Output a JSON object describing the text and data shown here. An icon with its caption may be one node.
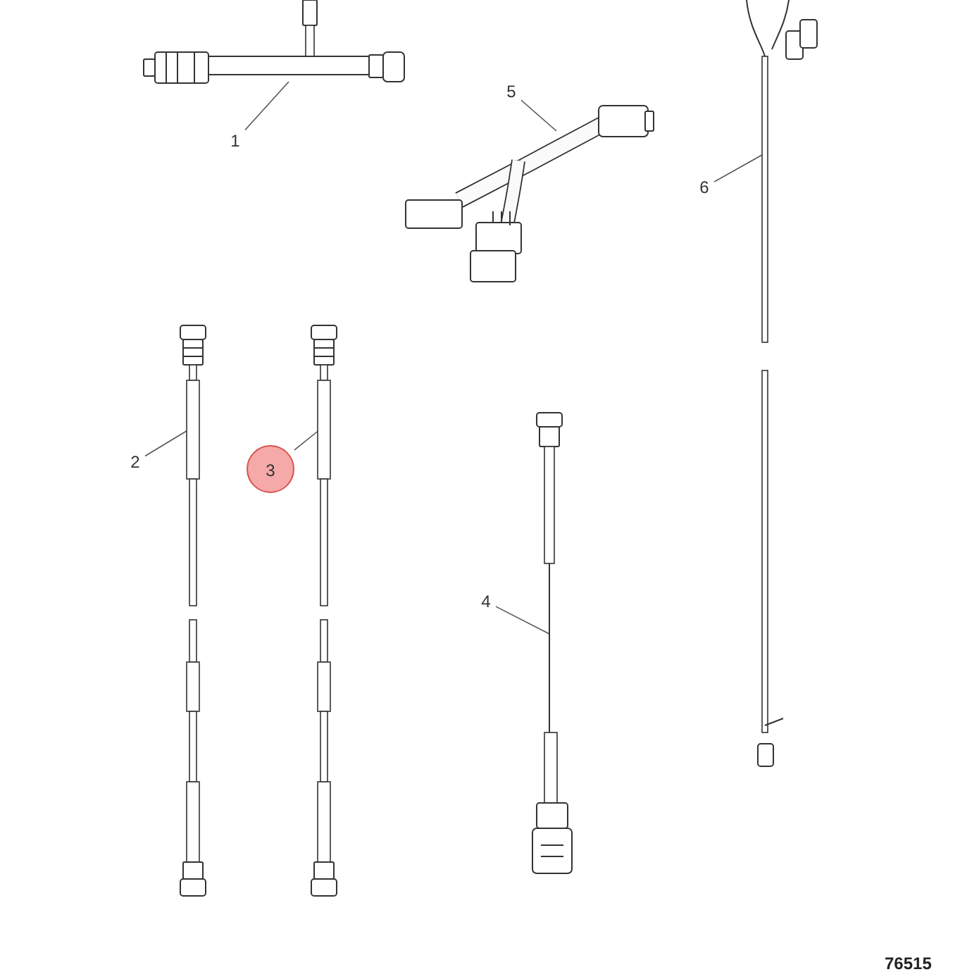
{
  "diagram": {
    "nodes": [
      {
        "text": [
          "1"
        ]
      },
      {
        "text": [],
        "shape": "picture"
      },
      {
        "text": [
          "5"
        ]
      },
      {
        "text": [],
        "shape": "picture"
      },
      {
        "text": [
          "6"
        ]
      },
      {
        "text": [],
        "shape": "picture"
      },
      {
        "text": [
          "2"
        ]
      },
      {
        "text": [],
        "shape": "picture"
      },
      {
        "text": [
          "3"
        ]
      },
      {
        "text": [],
        "shape": "picture"
      },
      {
        "text": [
          "4"
        ]
      },
      {
        "text": [],
        "shape": "picture"
      }
    ],
    "edges": [
      {
        "from": 0,
        "to": 1,
        "arrow": "none"
      },
      {
        "from": 2,
        "to": 3,
        "arrow": "none"
      },
      {
        "from": 4,
        "to": 5,
        "arrow": "none"
      },
      {
        "from": 6,
        "to": 7,
        "arrow": "none"
      },
      {
        "from": 8,
        "to": 9,
        "arrow": "none"
      },
      {
        "from": 10,
        "to": 11,
        "arrow": "none"
      }
    ],
    "labels": [
      "76515"
    ]
  }
}
